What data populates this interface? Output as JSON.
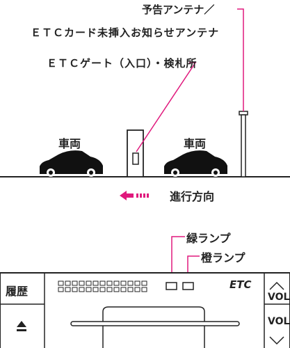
{
  "labels": {
    "antenna_line1": "予告アンテナ／",
    "antenna_line2": "ＥＴＣカード未挿入お知らせアンテナ",
    "gate": "ＥＴＣゲート（入口）・検札所",
    "vehicle_left": "車両",
    "vehicle_right": "車両",
    "direction": "進行方向",
    "green_lamp": "緑ランプ",
    "orange_lamp": "橙ランプ"
  },
  "device": {
    "history_button": "履歴",
    "eject_icon": "eject-icon",
    "etc_logo": "ETC",
    "vol_up": "VOL",
    "vol_down": "VOL"
  },
  "colors": {
    "callout": "#e0197d",
    "outline": "#222222",
    "vehicle": "#111111"
  }
}
